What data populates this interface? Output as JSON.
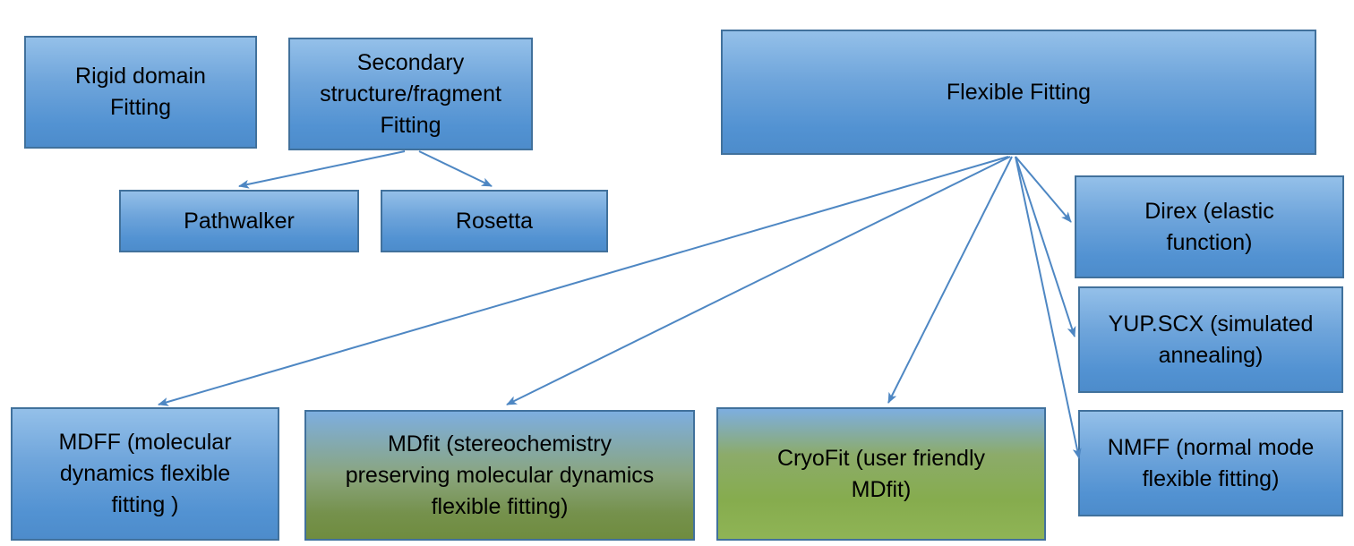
{
  "diagram": {
    "boxes": [
      {
        "id": "rigid-domain-fitting",
        "label": "Rigid domain\nFitting"
      },
      {
        "id": "secondary-structure-fragment-fitting",
        "label": "Secondary\nstructure/fragment\nFitting"
      },
      {
        "id": "flexible-fitting",
        "label": "Flexible Fitting"
      },
      {
        "id": "pathwalker",
        "label": "Pathwalker"
      },
      {
        "id": "rosetta",
        "label": "Rosetta"
      },
      {
        "id": "direx",
        "label": "Direx (elastic\nfunction)"
      },
      {
        "id": "yup-scx",
        "label": "YUP.SCX (simulated\nannealing)"
      },
      {
        "id": "nmff",
        "label": "NMFF (normal mode\nflexible fitting)"
      },
      {
        "id": "mdff",
        "label": "MDFF (molecular\ndynamics flexible\nfitting )"
      },
      {
        "id": "mdfit",
        "label": "MDfit (stereochemistry\npreserving molecular dynamics\nflexible fitting)"
      },
      {
        "id": "cryofit",
        "label": "CryoFit (user friendly\nMDfit)"
      }
    ],
    "connections": [
      {
        "from": "secondary-structure-fragment-fitting",
        "to": "pathwalker"
      },
      {
        "from": "secondary-structure-fragment-fitting",
        "to": "rosetta"
      },
      {
        "from": "flexible-fitting",
        "to": "mdff"
      },
      {
        "from": "flexible-fitting",
        "to": "mdfit"
      },
      {
        "from": "flexible-fitting",
        "to": "cryofit"
      },
      {
        "from": "flexible-fitting",
        "to": "direx"
      },
      {
        "from": "flexible-fitting",
        "to": "yup-scx"
      },
      {
        "from": "flexible-fitting",
        "to": "nmff"
      }
    ],
    "colors": {
      "box_fill_top": "#94C0E9",
      "box_fill_bottom": "#4D8CCB",
      "box_border": "#41719C",
      "green_dark_bottom": "#6F8C3F",
      "green_bright_bottom": "#8FB455",
      "arrow": "#4E87C3",
      "text": "#000000"
    }
  }
}
